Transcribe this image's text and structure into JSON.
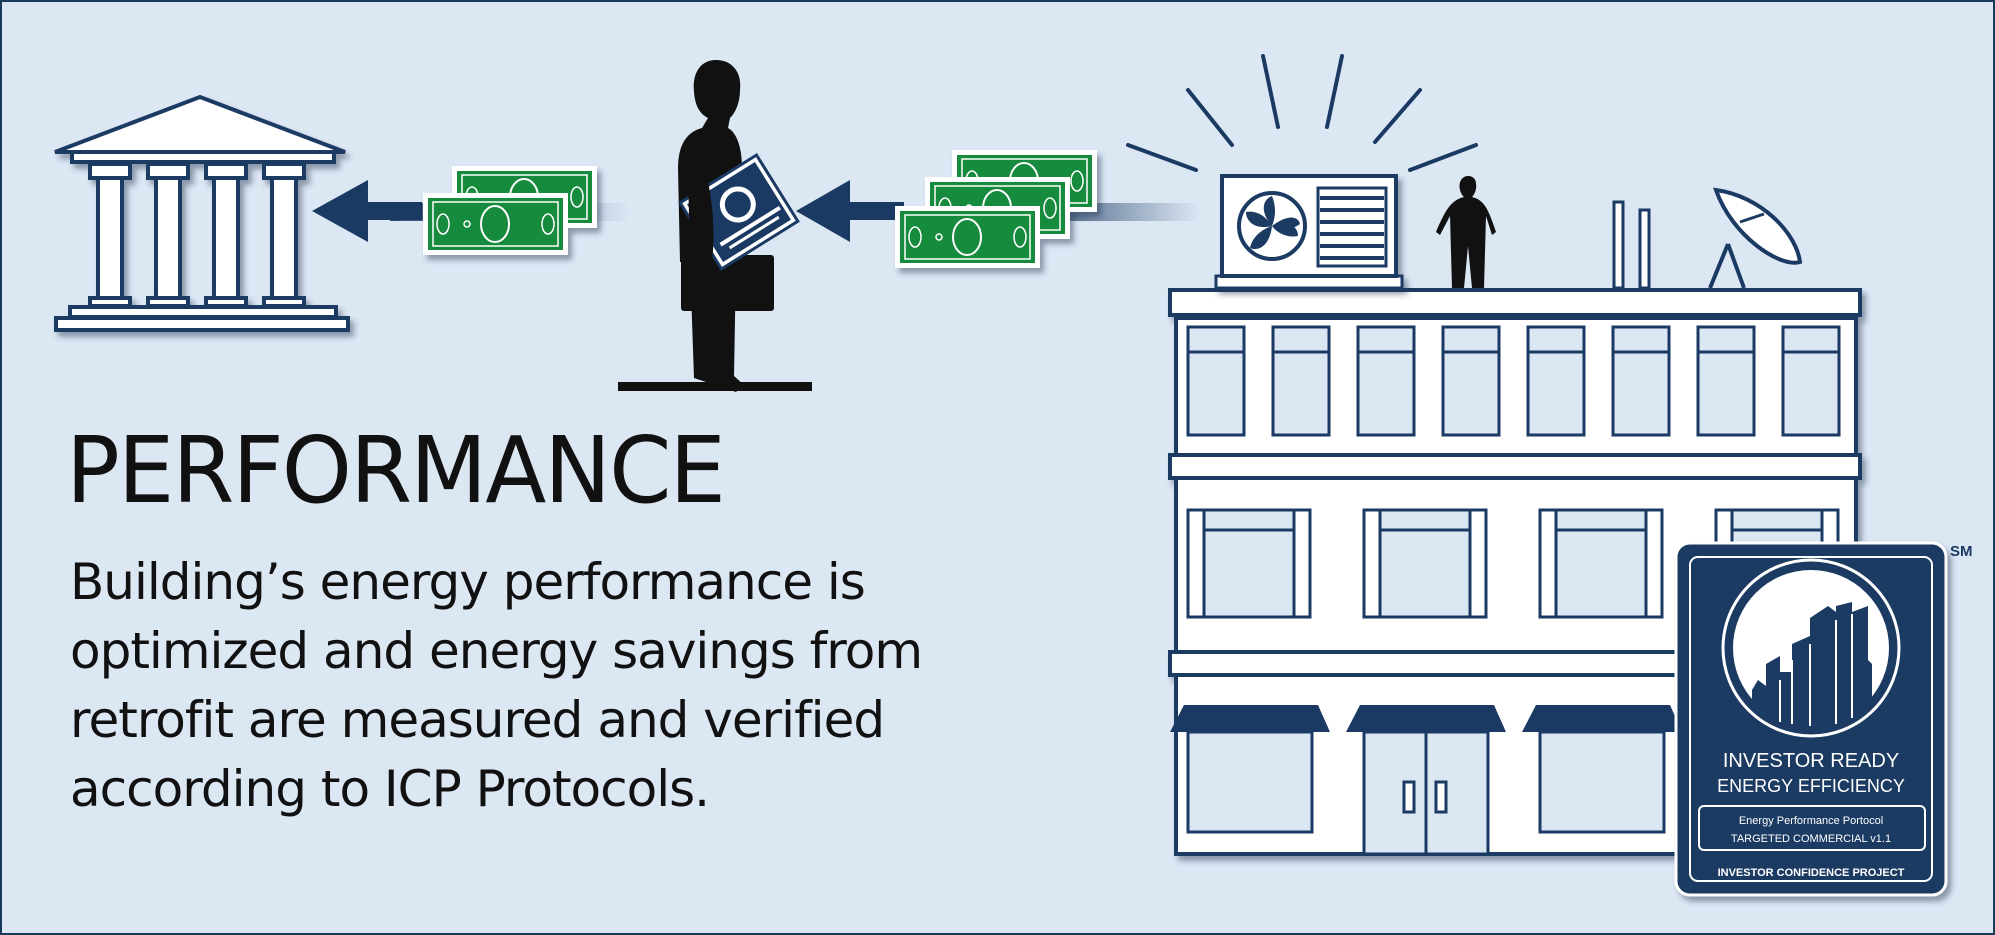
{
  "headline": "PERFORMANCE",
  "description": "Building’s energy performance is optimized and energy savings from retrofit are measured and verified according to ICP Protocols.",
  "badge": {
    "line1": "INVESTOR READY",
    "line2": "ENERGY EFFICIENCY",
    "box_line1": "Energy Performance Portocol",
    "box_line2": "TARGETED COMMERCIAL v1.1",
    "footer": "INVESTOR CONFIDENCE PROJECT",
    "mark": "SM"
  },
  "colors": {
    "background": "#dce7f4",
    "navy": "#1b3a63",
    "money_green": "#178a3c",
    "text": "#111111",
    "white": "#ffffff"
  },
  "icons": [
    "bank-icon",
    "money-stack-icon",
    "businessman-icon",
    "arrow-left-icon",
    "building-icon",
    "hvac-unit-icon",
    "satellite-dish-icon",
    "rooftop-worker-icon",
    "certification-badge-icon"
  ]
}
